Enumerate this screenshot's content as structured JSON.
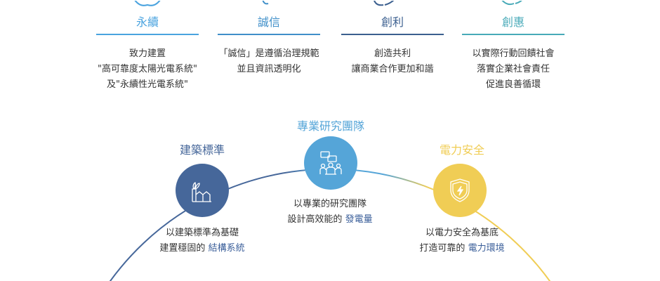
{
  "values": [
    {
      "title": "永續",
      "color": "#4aa3df",
      "lines": [
        "致力建置",
        "\"高可靠度太陽光電系統\"",
        "及\"永續性光電系統\""
      ]
    },
    {
      "title": "誠信",
      "color": "#3f8fc9",
      "lines": [
        "「誠信」是遵循治理規範",
        "並且資訊透明化"
      ]
    },
    {
      "title": "創利",
      "color": "#3b5f8f",
      "lines": [
        "創造共利",
        "讓商業合作更加和諧"
      ]
    },
    {
      "title": "創惠",
      "color": "#48aab8",
      "lines": [
        "以實際行動回饋社會",
        "落實企業社會責任",
        "促進良善循環"
      ]
    }
  ],
  "pillars": [
    {
      "title": "建築標準",
      "color": "#46679a",
      "line1": "以建築標準為基礎",
      "line2_prefix": "建置穩固的 ",
      "line2_highlight": "結構系統"
    },
    {
      "title": "專業研究團隊",
      "color": "#55a5d8",
      "line1": "以專業的研究團隊",
      "line2_prefix": "設計高效能的 ",
      "line2_highlight": "發電量"
    },
    {
      "title": "電力安全",
      "color": "#f0cd55",
      "line1": "以電力安全為基底",
      "line2_prefix": "打造可靠的 ",
      "line2_highlight": "電力環境"
    }
  ]
}
